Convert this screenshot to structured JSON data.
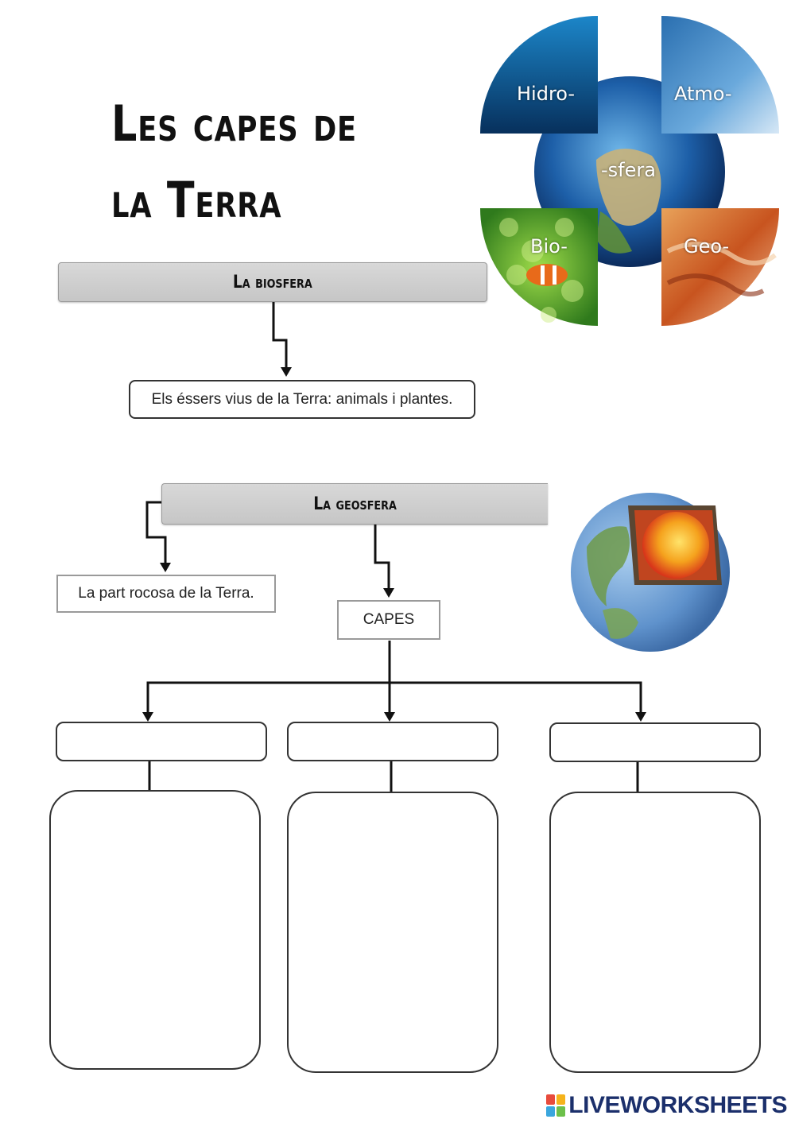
{
  "title": {
    "line1": "Les capes de",
    "line2": "la Terra"
  },
  "collage": {
    "hidro": "Hidro-",
    "atmo": "Atmo-",
    "sfera": "-sfera",
    "bio": "Bio-",
    "geo": "Geo-"
  },
  "biosfera": {
    "header": "La biosfera",
    "definition": "Els éssers vius de la Terra: animals i plantes."
  },
  "geosfera": {
    "header": "La geosfera",
    "definition": "La part rocosa de la Terra.",
    "capes_label": "CAPES"
  },
  "answers": {
    "layer1_name": "",
    "layer2_name": "",
    "layer3_name": "",
    "layer1_desc": "",
    "layer2_desc": "",
    "layer3_desc": ""
  },
  "footer": {
    "brand": "LIVEWORKSHEETS"
  },
  "colors": {
    "bar_fill": "#cccccc",
    "footer_brand": "#1b2f6b"
  }
}
